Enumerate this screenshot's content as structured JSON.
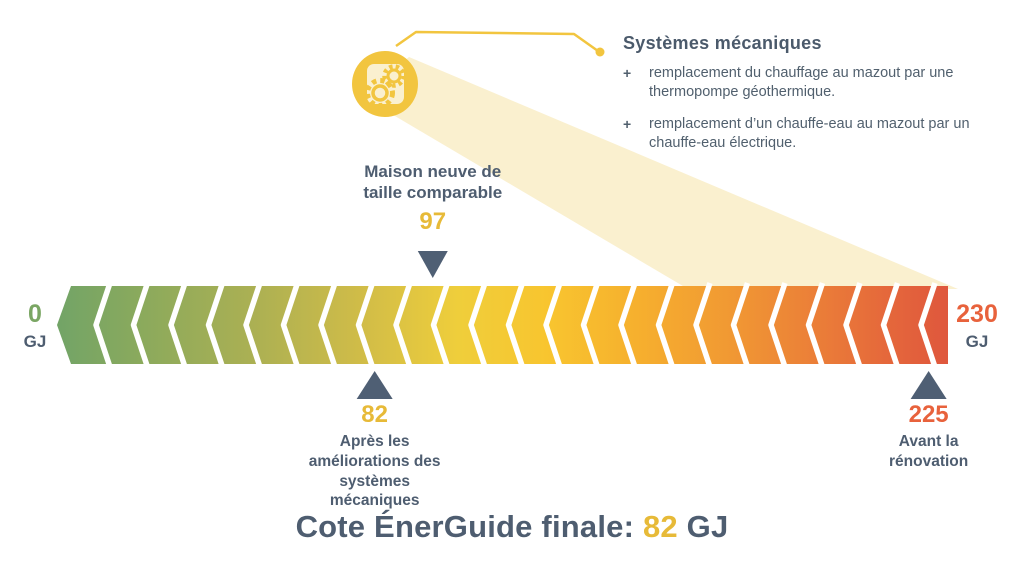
{
  "callout": {
    "title": "Systèmes mécaniques",
    "items": [
      {
        "marker": "+",
        "text": "remplacement du chauffage au mazout par une thermopompe géothermique."
      },
      {
        "marker": "+",
        "text": "remplacement d’un chauffe-eau au mazout par un chauffe-eau électrique."
      }
    ]
  },
  "icons": {
    "callout": "gears-icon"
  },
  "chart_data": {
    "type": "scale",
    "title": "",
    "unit": "GJ",
    "axis": {
      "min": 0,
      "max": 230,
      "min_label": "0",
      "max_label": "230",
      "unit_label": "GJ"
    },
    "markers": [
      {
        "value": 97,
        "label": "Maison neuve de taille comparable",
        "side": "above",
        "color": "#E7BA38"
      },
      {
        "value": 82,
        "label": "Après les améliorations des systèmes mécaniques",
        "side": "below",
        "color": "#E7BA38"
      },
      {
        "value": 225,
        "label": "Avant la rénovation",
        "side": "below",
        "color": "#E8623C"
      }
    ],
    "gradient_stops": [
      [
        0,
        "#72A467"
      ],
      [
        0.1,
        "#8CAA5C"
      ],
      [
        0.22,
        "#ABB053"
      ],
      [
        0.34,
        "#D0BC48"
      ],
      [
        0.45,
        "#EFCE3B"
      ],
      [
        0.55,
        "#F8C52F"
      ],
      [
        0.65,
        "#F6B02E"
      ],
      [
        0.75,
        "#F19A33"
      ],
      [
        0.85,
        "#EB7F38"
      ],
      [
        0.93,
        "#E5683B"
      ],
      [
        1,
        "#DF573D"
      ]
    ],
    "chevron_count": 24,
    "legend_position": "none"
  },
  "footer": {
    "label": "Cote ÉnerGuide finale:",
    "value": "82",
    "unit": "GJ"
  },
  "colors": {
    "slate_text": "#4E5D70",
    "gold": "#E7BA38",
    "green": "#7AA663",
    "orange": "#E8623C",
    "icon_yellow": "#F2C53F",
    "beam_cream": "#FAF0CF",
    "triangle": "#4F5F74",
    "background": "#FFFFFF"
  }
}
